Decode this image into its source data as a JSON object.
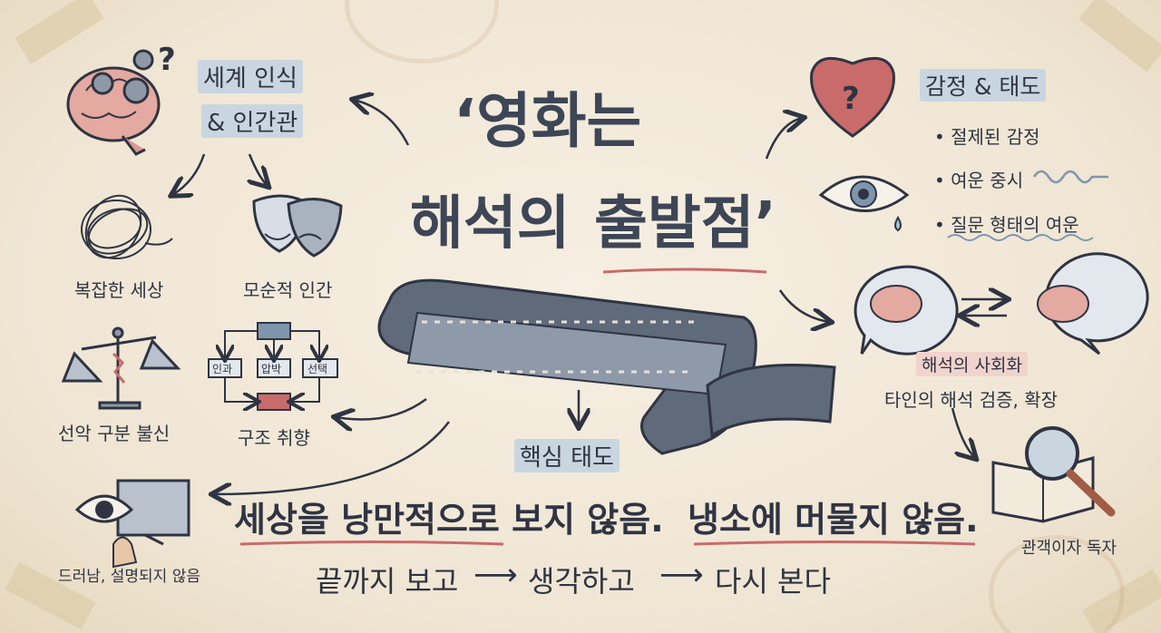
{
  "title": {
    "line1": "‘영화는",
    "line2a": "해석의",
    "line2b": "출발점’"
  },
  "world_view": {
    "heading1": "세계 인식",
    "heading2": "& 인간관",
    "item_complex": "복잡한 세상",
    "item_contradict": "모순적 인간",
    "item_distrust": "선악 구분 불신",
    "item_structure": "구조 취향",
    "flow_box_left": "인과",
    "flow_box_mid": "압박",
    "flow_box_right": "선택"
  },
  "emotion": {
    "heading": "감정 & 태도",
    "bullets": [
      "• 절제된 감정",
      "• 여운 중시",
      "• 질문 형태의 여운"
    ]
  },
  "social": {
    "label1": "해석의 사회화",
    "label2": "타인의 해석 검증, 확장"
  },
  "audience": {
    "label": "관객이자 독자"
  },
  "unexplained": {
    "label": "드러남, 설명되지 않음"
  },
  "core": {
    "heading": "핵심 태도",
    "statement_a": "세상을 낭만적으로 보지 않음.",
    "statement_b": "냉소에 머물지 않음.",
    "flow": [
      "끝까지 보고",
      "생각하고",
      "다시 본다"
    ],
    "arrow": "⟶"
  },
  "colors": {
    "ink": "#2f3442",
    "blue_highlight": "#c9d6e0",
    "pink_highlight": "#f0d3cc",
    "accent_red": "#c96b6b",
    "film": "#5f6a7b"
  }
}
